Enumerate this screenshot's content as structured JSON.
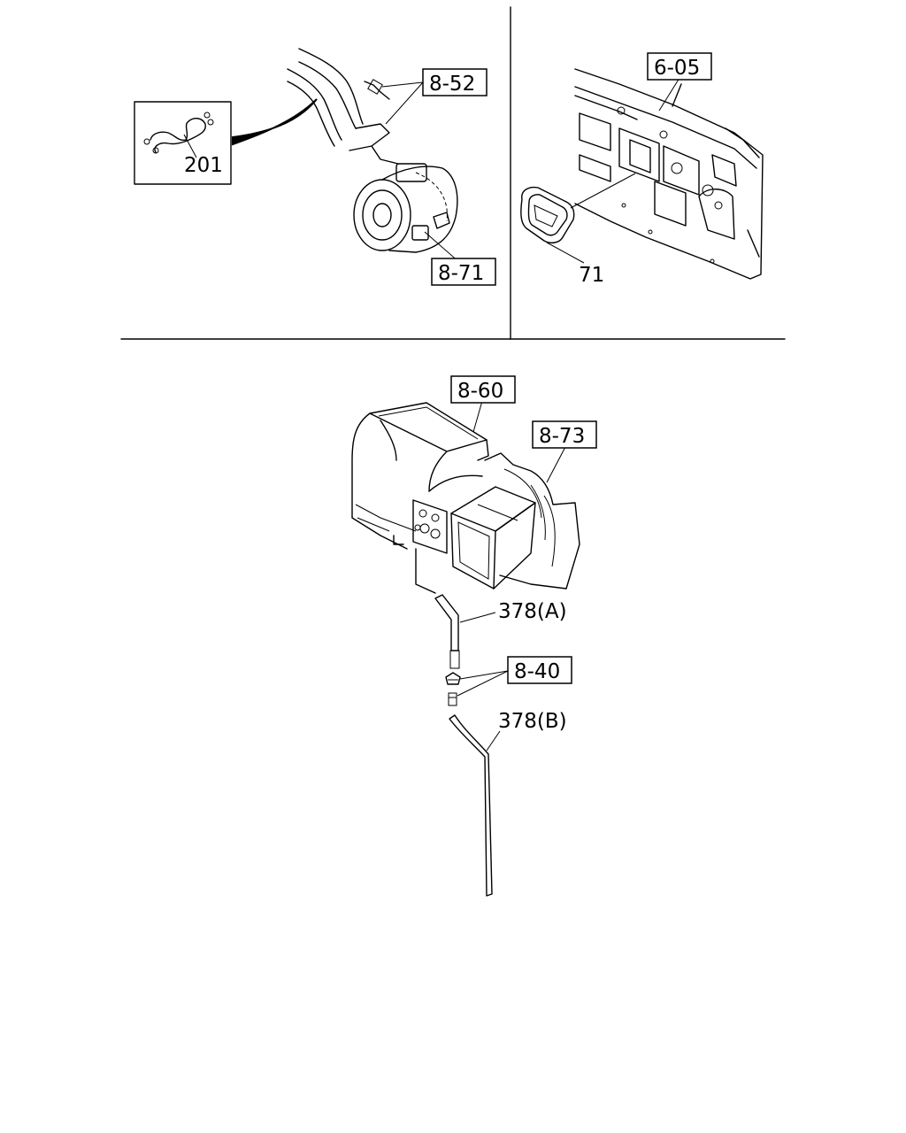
{
  "callouts": {
    "c_8_52": "8-52",
    "c_201": "201",
    "c_8_71": "8-71",
    "c_6_05": "6-05",
    "c_71": "71",
    "c_8_60": "8-60",
    "c_8_73": "8-73",
    "c_378a": "378(A)",
    "c_8_40": "8-40",
    "c_378b": "378(B)"
  },
  "icons": {
    "compressor": "ac-compressor-icon",
    "clip": "hose-clip-icon",
    "panel": "dash-panel-icon",
    "seal": "seal-gasket-icon",
    "heater": "heater-unit-icon",
    "drain": "drain-hose-icon",
    "grommet": "grommet-icon"
  },
  "colors": {
    "line": "#000000",
    "background": "#ffffff"
  }
}
